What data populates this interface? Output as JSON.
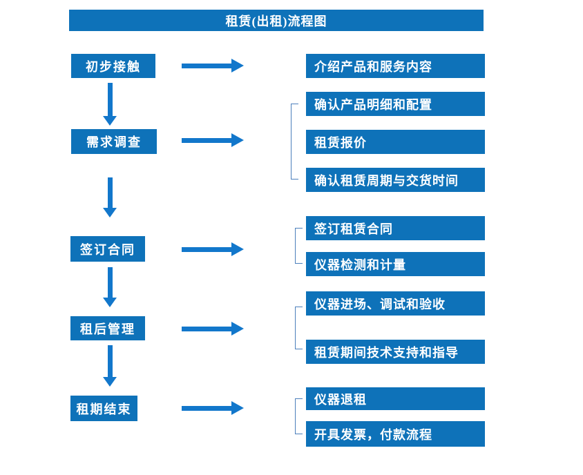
{
  "title": "租赁(出租)流程图",
  "colors": {
    "box_blue": "#0e72b9",
    "arrow_blue": "#1277cb",
    "bracket_blue": "#4a7ebb",
    "text": "#ffffff",
    "background": "#ffffff"
  },
  "flow": {
    "steps": [
      {
        "label": "初步接触",
        "outputs": [
          "介绍产品和服务内容"
        ]
      },
      {
        "label": "需求调查",
        "outputs": [
          "确认产品明细和配置",
          "租赁报价",
          "确认租赁周期与交货时间"
        ]
      },
      {
        "label": "签订合同",
        "outputs": [
          "签订租赁合同",
          "仪器检测和计量"
        ]
      },
      {
        "label": "租后管理",
        "outputs": [
          "仪器进场、调试和验收",
          "租赁期间技术支持和指导"
        ]
      },
      {
        "label": "租期结束",
        "outputs": [
          "仪器退租",
          "开具发票，付款流程"
        ]
      }
    ]
  }
}
